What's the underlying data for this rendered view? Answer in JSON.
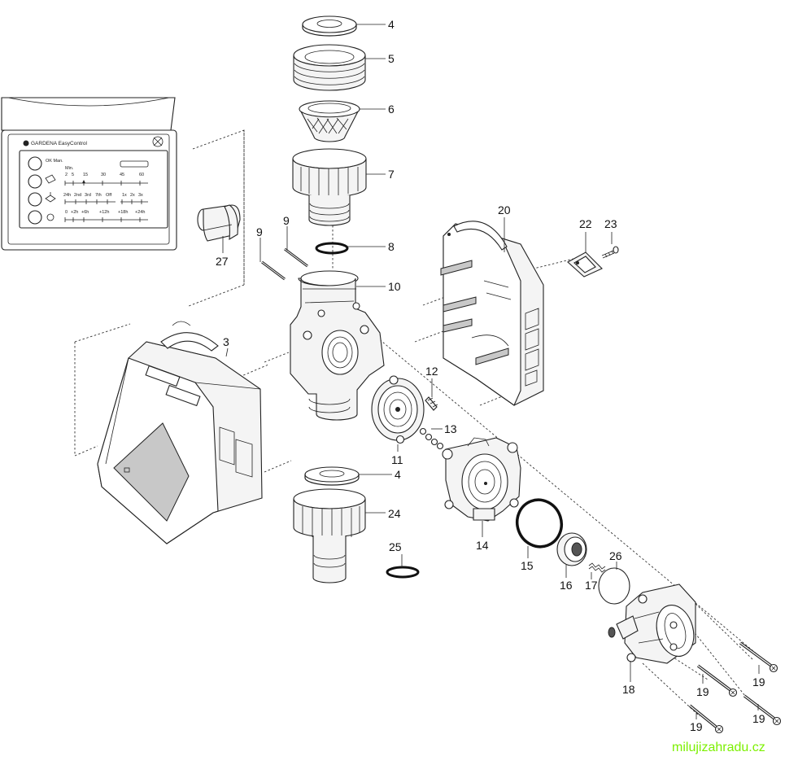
{
  "diagram": {
    "part_numbers": [
      "4",
      "5",
      "6",
      "7",
      "8",
      "9",
      "9",
      "10",
      "3",
      "27",
      "20",
      "22",
      "23",
      "12",
      "13",
      "11",
      "14",
      "4",
      "24",
      "25",
      "15",
      "26",
      "16",
      "17",
      "18",
      "19",
      "19",
      "19",
      "19"
    ],
    "panel": {
      "brand": "GARDENA EasyControl",
      "buttons": [
        "OK Man.",
        "",
        "",
        ""
      ],
      "scale1_unit": "Min.",
      "scale1": [
        "2",
        "5",
        "15",
        "30",
        "45",
        "60"
      ],
      "scale2": [
        "24h",
        "2nd",
        "3rd",
        "7th",
        "Off",
        "1x",
        "2x",
        "3x"
      ],
      "scale3": [
        "0",
        "+2h",
        "+6h",
        "+12h",
        "+18h",
        "+24h"
      ]
    },
    "watermark": "milujizahradu.cz"
  }
}
